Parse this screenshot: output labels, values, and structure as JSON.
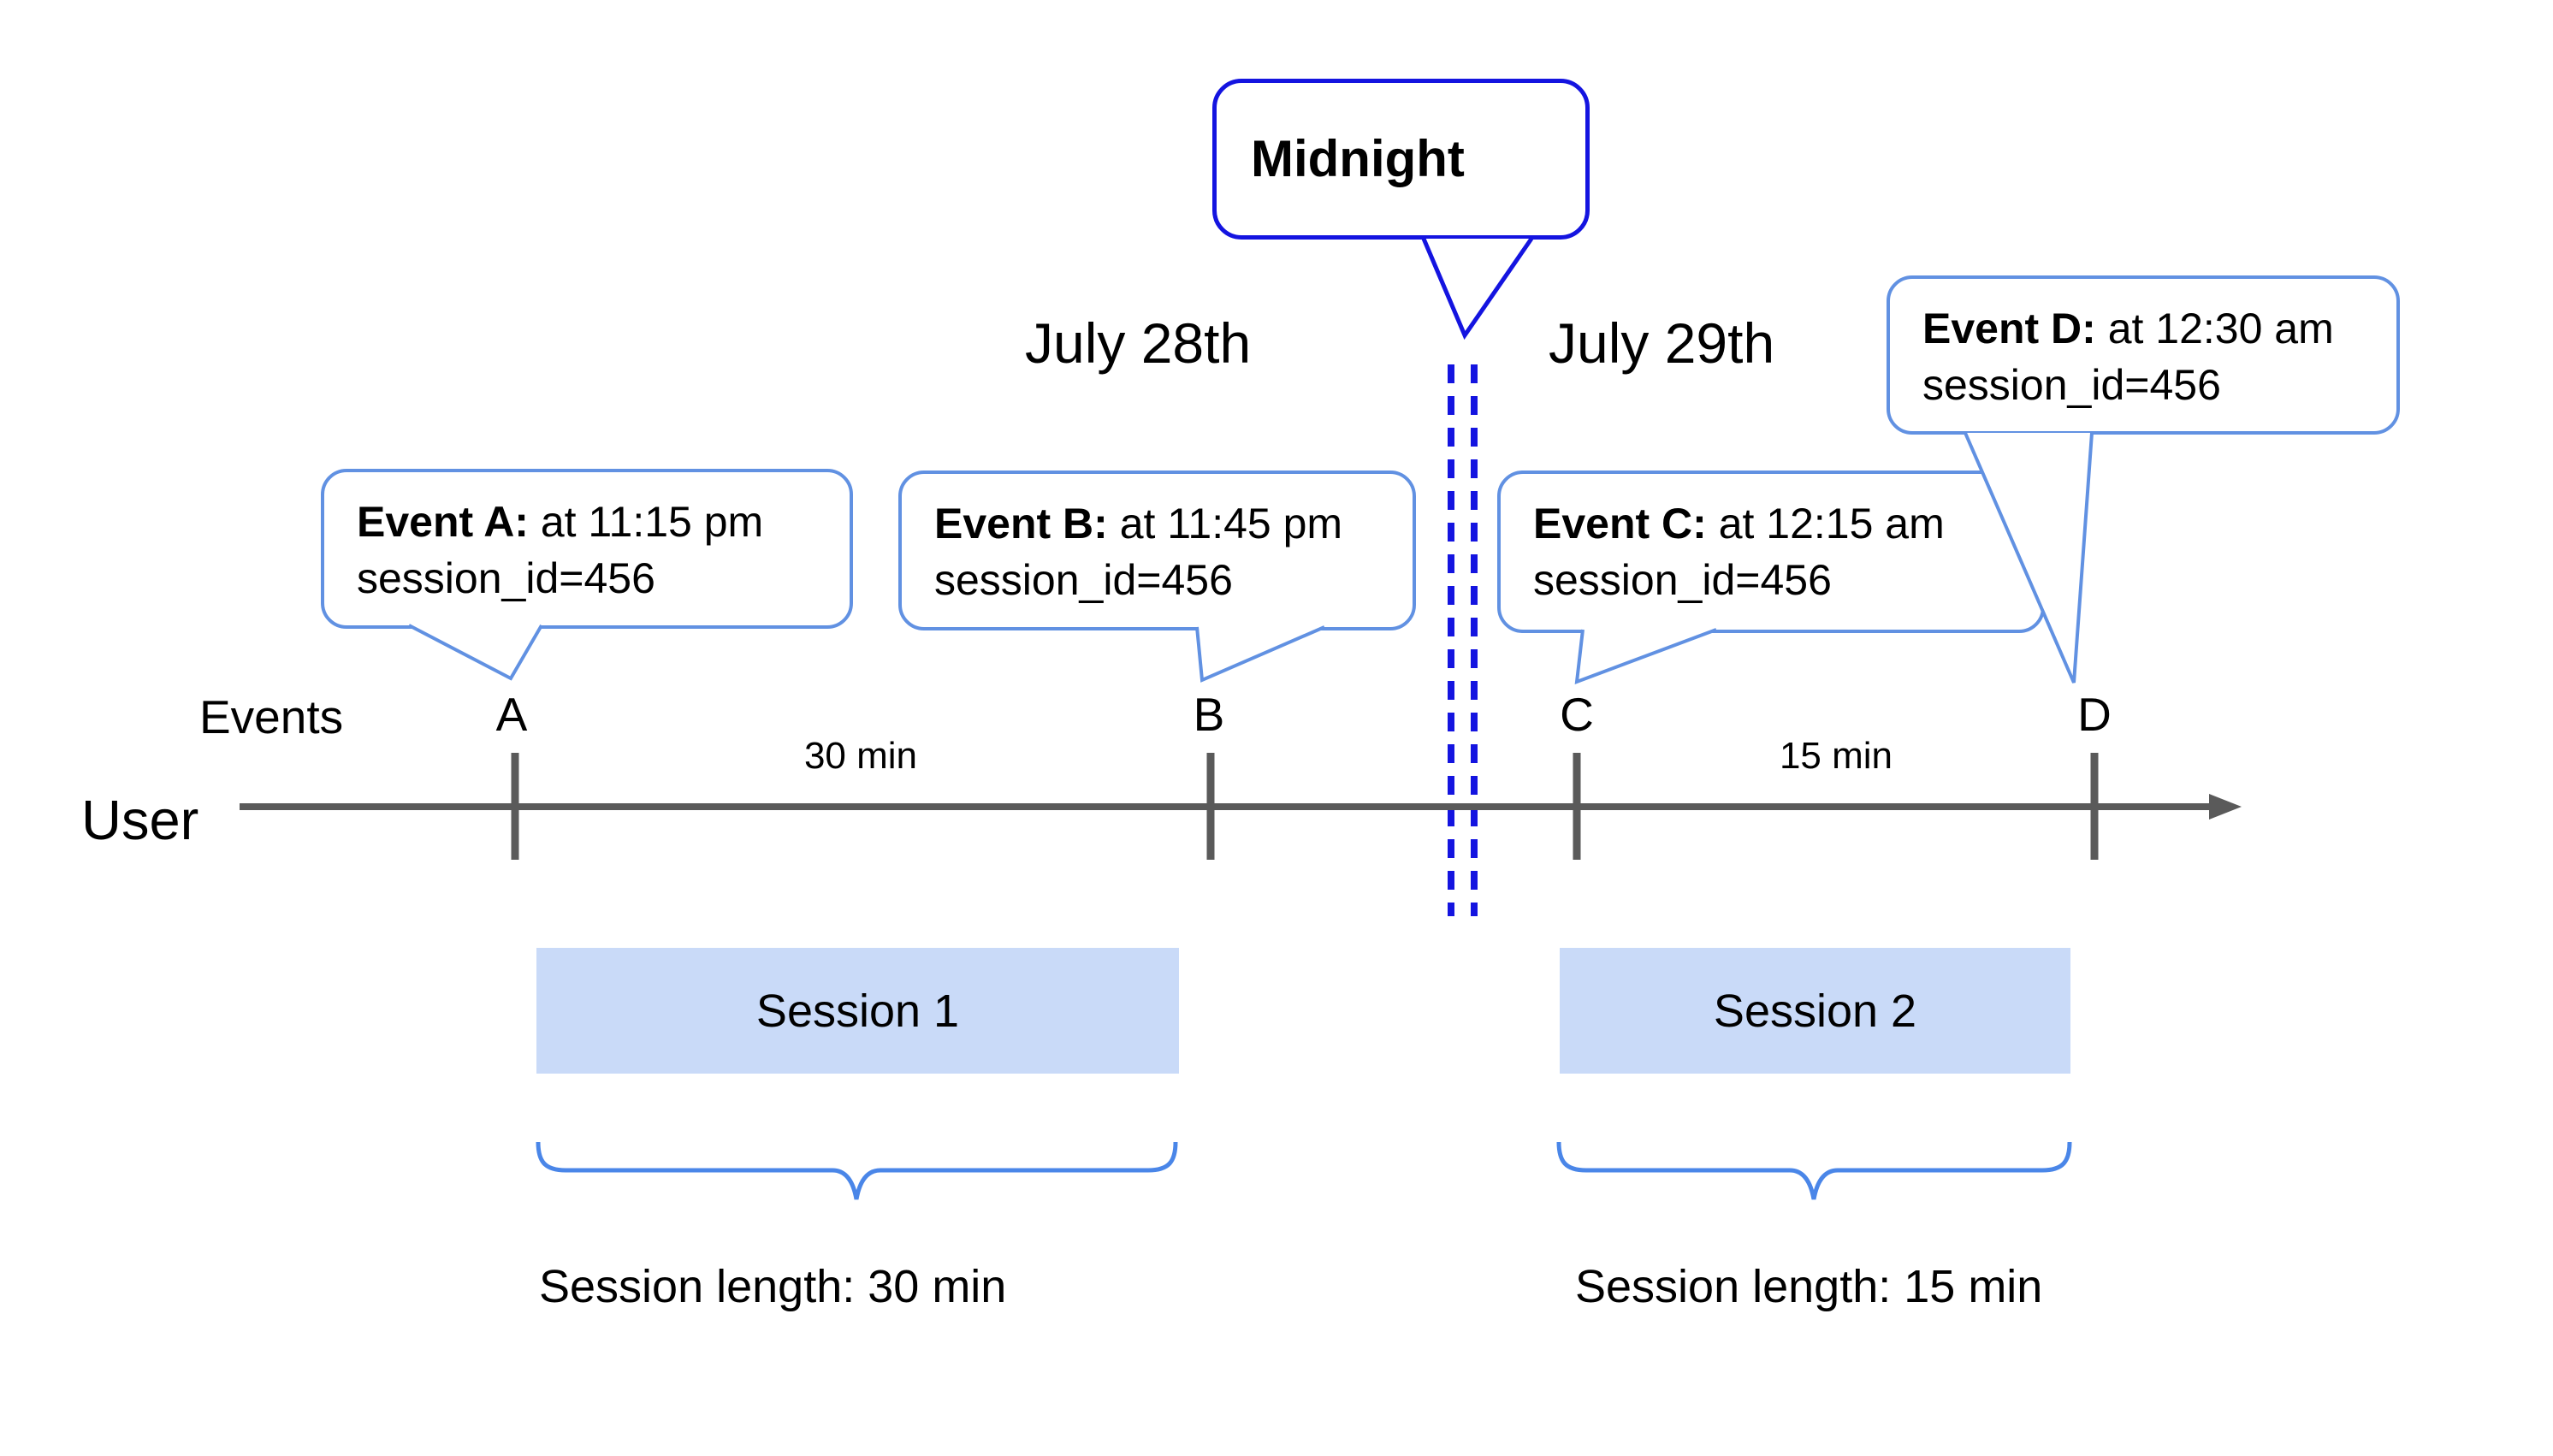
{
  "dates": {
    "july28": "July 28th",
    "july29": "July 29th"
  },
  "midnight": {
    "label": "Midnight"
  },
  "axis": {
    "events_label": "Events",
    "user_label": "User"
  },
  "event_points": [
    {
      "id": "A"
    },
    {
      "id": "B"
    },
    {
      "id": "C"
    },
    {
      "id": "D"
    }
  ],
  "event_bubbles": [
    {
      "title": "Event A:",
      "time": " at 11:15 pm",
      "session": "session_id=456"
    },
    {
      "title": "Event B:",
      "time": " at 11:45 pm",
      "session": "session_id=456"
    },
    {
      "title": "Event C:",
      "time": " at 12:15 am",
      "session": "session_id=456"
    },
    {
      "title": "Event D:",
      "time": " at 12:30 am",
      "session": "session_id=456"
    }
  ],
  "intervals": {
    "a_to_b": "30 min",
    "c_to_d": "15 min"
  },
  "sessions": [
    {
      "label": "Session 1",
      "length_label": "Session length: 30 min"
    },
    {
      "label": "Session 2",
      "length_label": "Session length: 15 min"
    }
  ],
  "colors": {
    "midnight_blue": "#1414e0",
    "bubble_blue": "#6191e2",
    "brace_blue": "#4a86e8",
    "session_fill": "#c9daf8",
    "axis_gray": "#5a5a5a"
  }
}
